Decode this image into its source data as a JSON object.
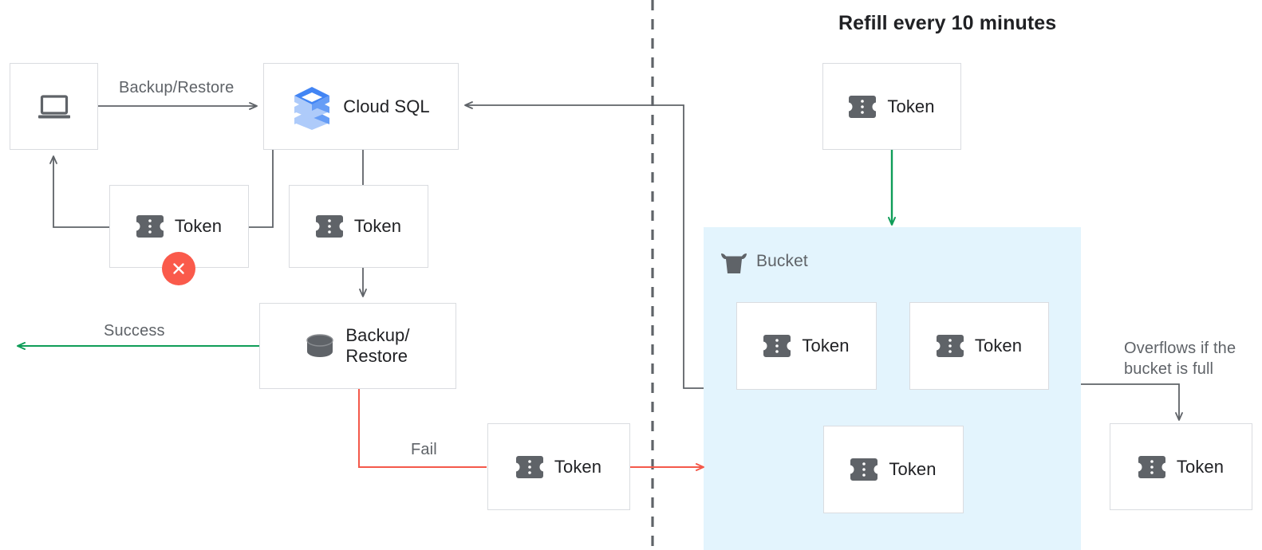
{
  "heading": "Refill every 10 minutes",
  "colors": {
    "box_border": "#dadce0",
    "bucket_fill": "#e3f4fd",
    "connector_gray": "#5f6368",
    "connector_green": "#0f9d58",
    "connector_red": "#f4594a",
    "error_badge": "#fa5a4b",
    "icon_gray": "#5f6368",
    "label_gray": "#5f6368",
    "text_dark": "#202124",
    "cloudsql_blue_dark": "#4285f4",
    "cloudsql_blue_mid": "#669df6",
    "cloudsql_blue_light": "#aecbfa"
  },
  "nodes": {
    "client": {
      "icon": "laptop-icon",
      "label": ""
    },
    "cloudsql": {
      "icon": "cloud-sql-icon",
      "label": "Cloud SQL"
    },
    "token_failed": {
      "icon": "token-icon",
      "label": "Token",
      "badge": "error-x-icon"
    },
    "token_consumed": {
      "icon": "token-icon",
      "label": "Token"
    },
    "backup_restore": {
      "icon": "database-icon",
      "label": "Backup/\nRestore"
    },
    "token_fail_return": {
      "icon": "token-icon",
      "label": "Token"
    },
    "token_refill": {
      "icon": "token-icon",
      "label": "Token"
    },
    "bucket": {
      "icon": "bucket-icon",
      "label": "Bucket"
    },
    "bucket_token_1": {
      "icon": "token-icon",
      "label": "Token"
    },
    "bucket_token_2": {
      "icon": "token-icon",
      "label": "Token"
    },
    "bucket_token_3": {
      "icon": "token-icon",
      "label": "Token"
    },
    "token_overflow": {
      "icon": "token-icon",
      "label": "Token"
    }
  },
  "edges": {
    "backup_restore_label": "Backup/Restore",
    "success_label": "Success",
    "fail_label": "Fail",
    "overflow_label": "Overflows if the\nbucket is full"
  }
}
